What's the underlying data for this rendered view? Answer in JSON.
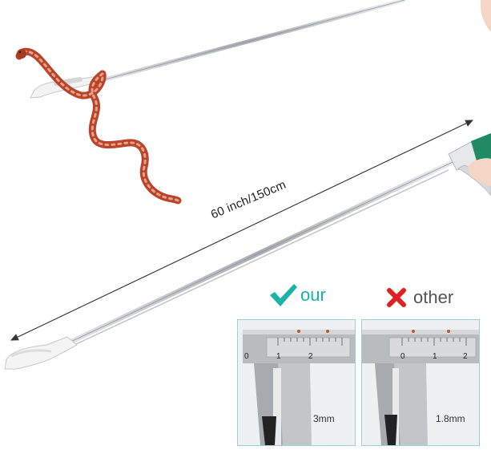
{
  "product": {
    "length_label": "60 inch/150cm"
  },
  "comparison": {
    "our": {
      "label": "our",
      "icon": "checkmark-icon",
      "color": "#1bb3a8",
      "measurement": "3mm"
    },
    "other": {
      "label": "other",
      "icon": "cross-icon",
      "color": "#e02020",
      "measurement": "1.8mm"
    },
    "scale_ticks": [
      "0",
      "1",
      "2"
    ]
  },
  "colors": {
    "rod": "#c9ccd0",
    "snake": "#b8452a",
    "handle": "#1f8a64",
    "jaw": "#f2f2f2"
  }
}
